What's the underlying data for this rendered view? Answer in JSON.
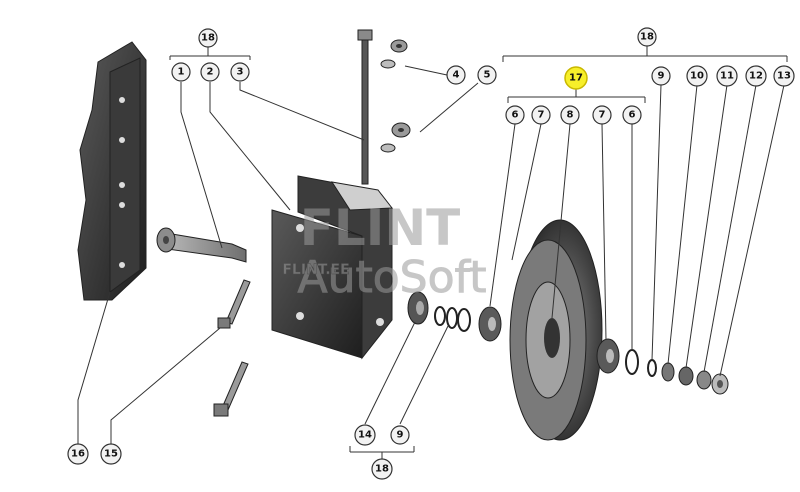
{
  "watermark": {
    "brand": "FLINT",
    "sub": "AutoSoft",
    "site": "FLINT.EE"
  },
  "callouts": {
    "c18_top_left": "18",
    "c1": "1",
    "c2": "2",
    "c3": "3",
    "c4": "4",
    "c5": "5",
    "c18_top_right": "18",
    "c17": "17",
    "c6a": "6",
    "c7a": "7",
    "c8": "8",
    "c7b": "7",
    "c6b": "6",
    "c9_top": "9",
    "c10": "10",
    "c11": "11",
    "c12": "12",
    "c13": "13",
    "c16": "16",
    "c15": "15",
    "c14": "14",
    "c9_bottom": "9",
    "c18_bottom": "18"
  },
  "colors": {
    "highlight": "#f7ef2a",
    "part_dark": "#2b2b2b",
    "part_mid": "#6a6a6a",
    "background": "#ffffff"
  }
}
